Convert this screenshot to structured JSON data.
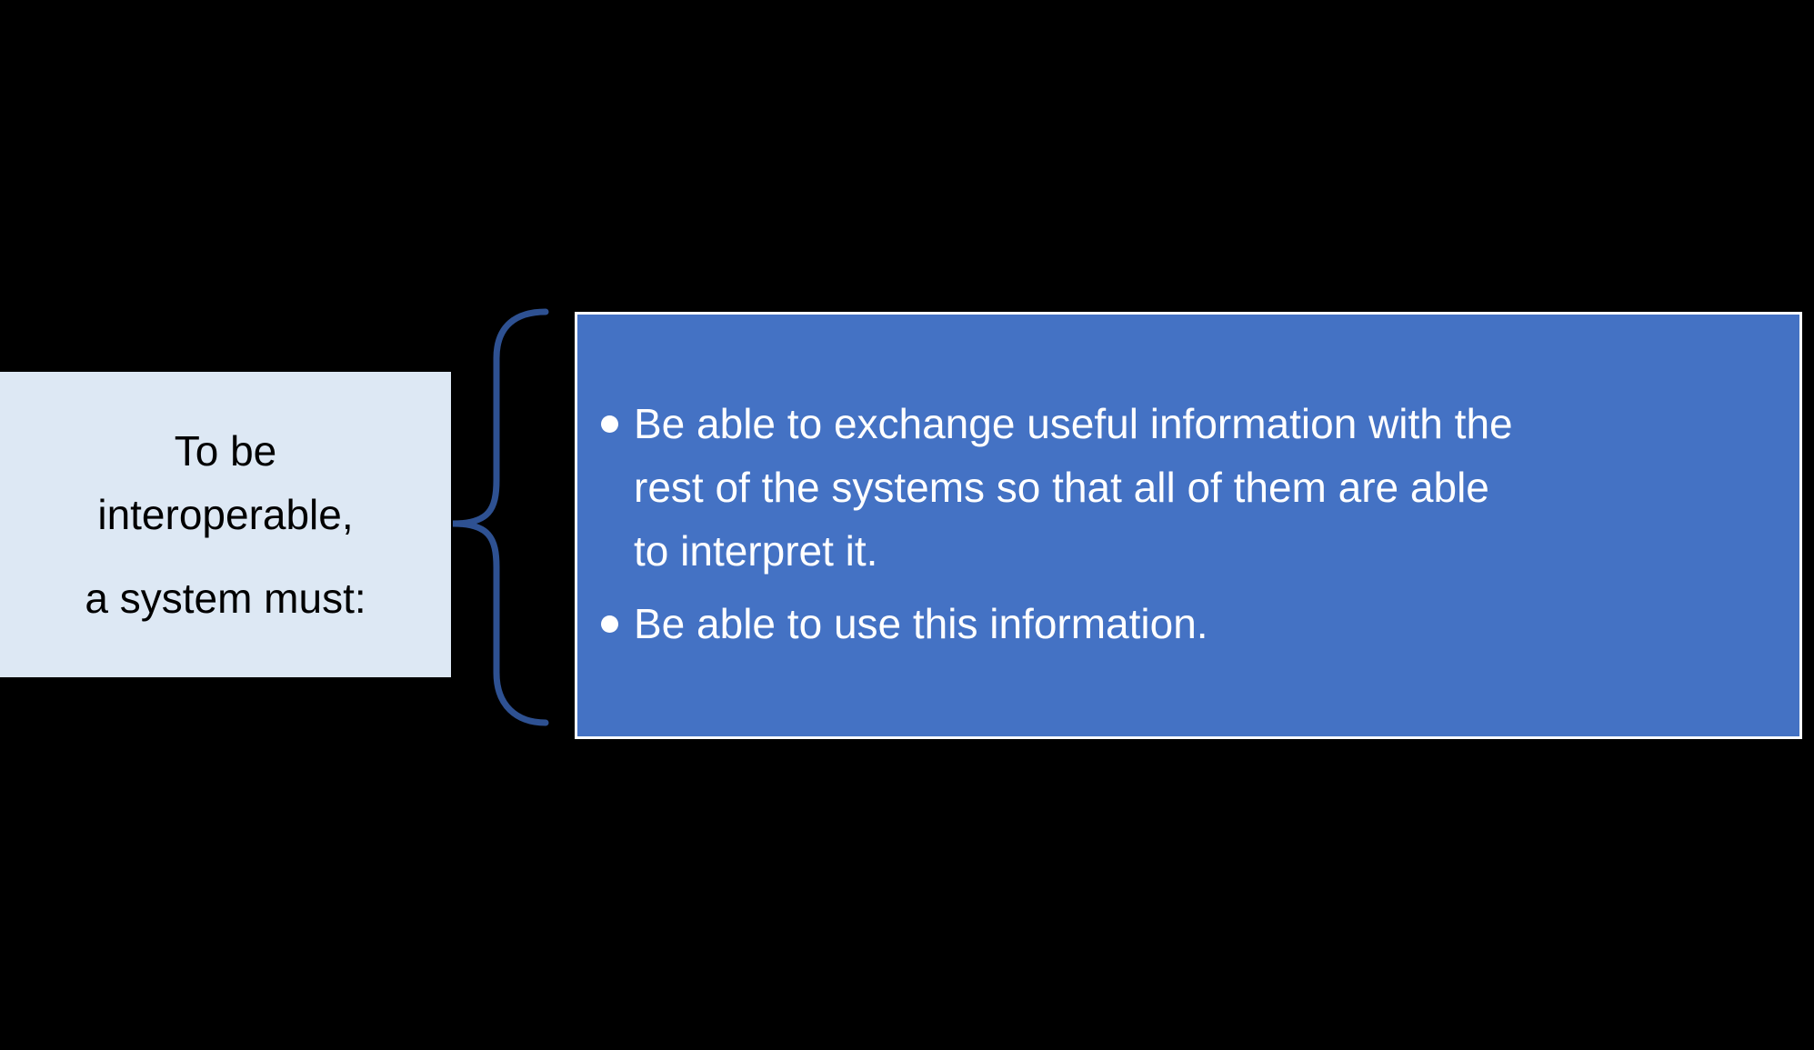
{
  "colors": {
    "background": "#000000",
    "left_box_fill": "#dde8f4",
    "left_box_text": "#000000",
    "right_box_fill": "#4472c4",
    "right_box_border": "#ffffff",
    "right_box_text": "#ffffff",
    "brace": "#2e5192"
  },
  "left_box": {
    "text": "To be interoperable, a system must:",
    "lines": [
      "To be",
      "interoperable,",
      "a system must:"
    ]
  },
  "brace": {
    "icon": "left-curly-brace-icon",
    "color": "#2e5192"
  },
  "right_box": {
    "bullet_icon": "circle-bullet-icon",
    "bullets": [
      {
        "text": "Be able to exchange useful information with the rest of the systems so that all of them are able to interpret it.",
        "lines": [
          "Be able to exchange useful information with the",
          "rest of the systems so that all of them are able",
          "to interpret it."
        ]
      },
      {
        "text": "Be able to use this information.",
        "lines": [
          "Be able to use this information."
        ]
      }
    ]
  }
}
